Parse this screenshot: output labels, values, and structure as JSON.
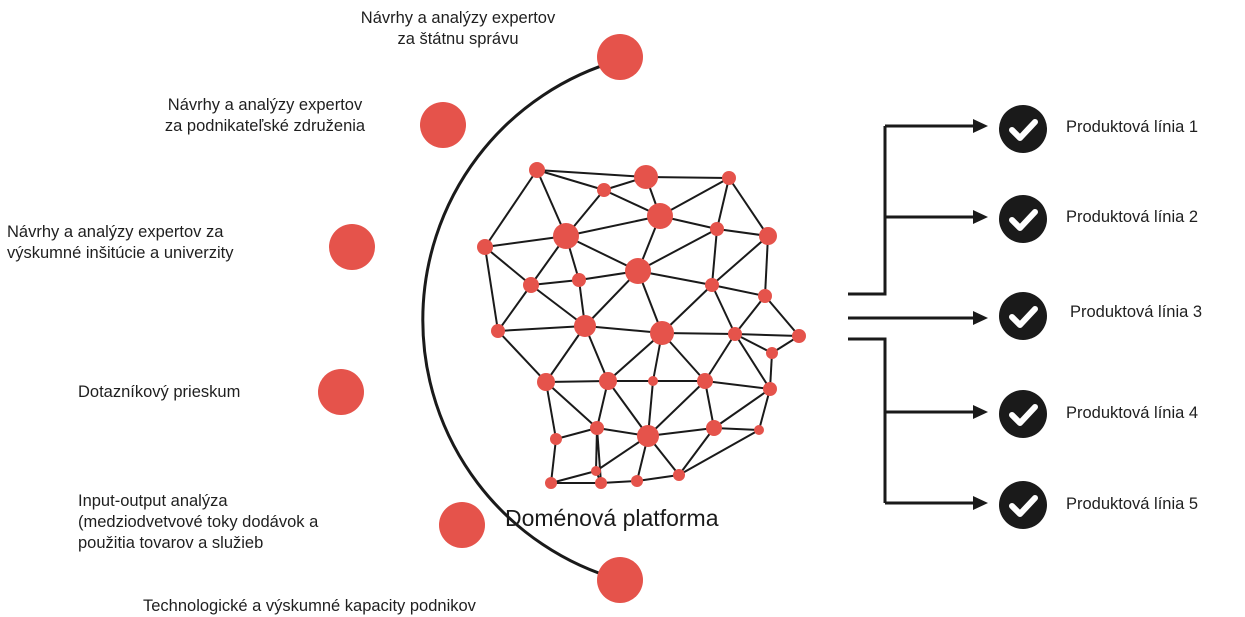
{
  "colors": {
    "node": "#e5534b",
    "line": "#1a1a1a",
    "check_bg": "#1a1a1a",
    "check_mark": "#ffffff"
  },
  "inputs": [
    {
      "label": "Návrhy a analýzy expertov\nza štátnu správu"
    },
    {
      "label": "Návrhy a analýzy expertov\nza podnikateľské združenia"
    },
    {
      "label": "Návrhy a analýzy expertov za\nvýskumné inšitúcie a univerzity"
    },
    {
      "label": "Dotazníkový prieskum"
    },
    {
      "label": "Input-output analýza\n(medziodvetvové toky dodávok a\npoužitia tovarov a služieb"
    },
    {
      "label": "Technologické a výskumné kapacity podnikov"
    }
  ],
  "platform": {
    "label": "Doménová platforma",
    "icon": "network-head-icon"
  },
  "outputs": [
    {
      "label": "Produktová línia 1"
    },
    {
      "label": "Produktová línia 2"
    },
    {
      "label": "Produktová línia 3"
    },
    {
      "label": "Produktová línia 4"
    },
    {
      "label": "Produktová línia 5"
    }
  ],
  "icons": {
    "output": "check-circle-icon",
    "input": "circle-node-icon"
  }
}
